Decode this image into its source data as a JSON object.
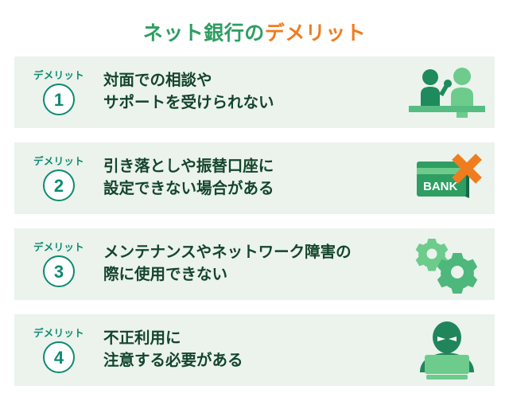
{
  "title": {
    "main": "ネット銀行の",
    "accent": "デメリット"
  },
  "colors": {
    "title_green": "#2e9e62",
    "title_orange": "#f07c1e",
    "card_bg": "#ebf3ec",
    "number_teal": "#0f8a72",
    "body_text": "#14452c",
    "icon_dark_green": "#1f8a5c",
    "icon_mid_green": "#3aa76d",
    "icon_light_green": "#6dcb8c",
    "icon_orange": "#f07c1e"
  },
  "cards": [
    {
      "label": "デメリット",
      "number": "1",
      "lines": [
        "対面での相談や",
        "サポートを受けられない"
      ],
      "icon": "counter-staff-customer-icon"
    },
    {
      "label": "デメリット",
      "number": "2",
      "lines": [
        "引き落としや振替口座に",
        "設定できない場合がある"
      ],
      "icon": "bank-card-rejected-icon",
      "icon_text": "BANK"
    },
    {
      "label": "デメリット",
      "number": "3",
      "lines": [
        "メンテナンスやネットワーク障害の",
        "際に使用できない"
      ],
      "icon": "gears-icon"
    },
    {
      "label": "デメリット",
      "number": "4",
      "lines": [
        "不正利用に",
        "注意する必要がある"
      ],
      "icon": "hacker-laptop-icon"
    }
  ]
}
